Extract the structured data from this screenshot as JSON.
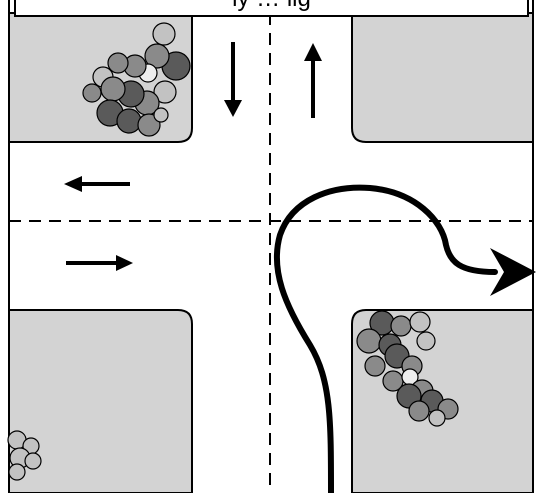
{
  "title": "ly … lig",
  "colors": {
    "block": "#d3d3d3",
    "road": "#ffffff",
    "outline": "#000000",
    "bush_dark": "#5a5a5a",
    "bush_mid": "#8a8a8a",
    "bush_light": "#c2c2c2",
    "bush_white": "#eeeeee"
  },
  "arrows": [
    {
      "name": "southbound-lane-arrow",
      "direction": "down"
    },
    {
      "name": "northbound-lane-arrow",
      "direction": "up"
    },
    {
      "name": "westbound-lane-arrow",
      "direction": "left"
    },
    {
      "name": "eastbound-lane-arrow",
      "direction": "right"
    },
    {
      "name": "u-turn-route-arrow",
      "direction": "north-then-east"
    }
  ],
  "icons": [
    "bush-cluster-icon",
    "arrow-icon"
  ]
}
